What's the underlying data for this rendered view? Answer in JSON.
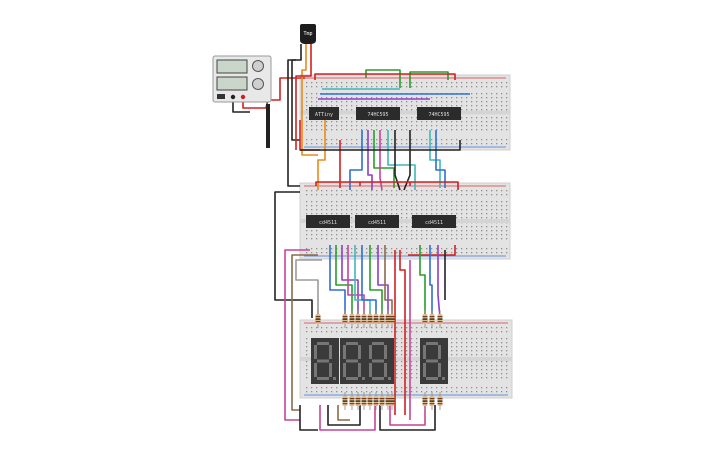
{
  "components": {
    "sensor": {
      "label": "Tmp",
      "icon": "temperature-sensor-icon"
    },
    "power_supply": {
      "icon": "power-supply-icon",
      "knob_icon": "knob-icon"
    },
    "chips": [
      {
        "label": "ATTiny"
      },
      {
        "label": "74HC595"
      },
      {
        "label": "74HC595"
      },
      {
        "label": "cd4511"
      },
      {
        "label": "cd4511"
      },
      {
        "label": "cd4511"
      }
    ],
    "displays": [
      {
        "glyph": "8."
      },
      {
        "glyph": "8."
      },
      {
        "glyph": "8."
      },
      {
        "glyph": "8."
      }
    ]
  },
  "colors": {
    "breadboard": "#e3e3e3",
    "breadboard_hole": "#8f8f8f",
    "rail_red": "#d13b3b",
    "rail_blue": "#3b74d1",
    "chip_body": "#2b2b2b",
    "display_body": "#3a3a3a",
    "segment_off": "#767676",
    "resistor": "#d9bd8c",
    "wires": [
      "#222222",
      "#d22020",
      "#e88a1a",
      "#2a9d2a",
      "#2f6fd0",
      "#8e3fc7",
      "#c44597",
      "#3fb8b8",
      "#8c6a4a",
      "#9b9b9b"
    ]
  }
}
